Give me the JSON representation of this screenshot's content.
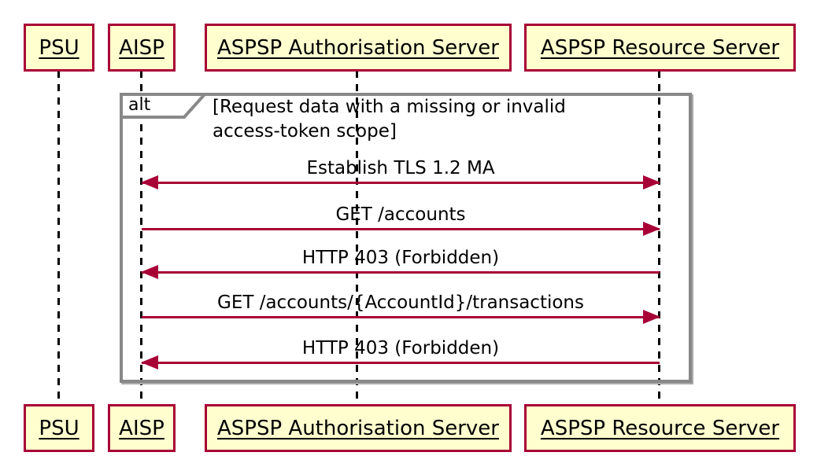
{
  "diagram": {
    "type": "uml-sequence",
    "participants": [
      {
        "name": "PSU"
      },
      {
        "name": "AISP"
      },
      {
        "name": "ASPSP Authorisation Server"
      },
      {
        "name": "ASPSP Resource Server"
      }
    ],
    "frame": {
      "operator": "alt",
      "guard_line1": "[Request data with a missing or invalid",
      "guard_line2": "access-token scope]"
    },
    "messages": [
      {
        "from": "AISP",
        "to": "ASPSP Resource Server",
        "arrow": "bidirectional",
        "label": "Establish TLS 1.2 MA"
      },
      {
        "from": "AISP",
        "to": "ASPSP Resource Server",
        "arrow": "right",
        "label": "GET /accounts"
      },
      {
        "from": "ASPSP Resource Server",
        "to": "AISP",
        "arrow": "left",
        "label": "HTTP 403 (Forbidden)"
      },
      {
        "from": "AISP",
        "to": "ASPSP Resource Server",
        "arrow": "right",
        "label": "GET /accounts/{AccountId}/transactions"
      },
      {
        "from": "ASPSP Resource Server",
        "to": "AISP",
        "arrow": "left",
        "label": "HTTP 403 (Forbidden)"
      }
    ],
    "colors": {
      "participant_fill": "#FEFECE",
      "participant_border": "#A80036",
      "arrow": "#A80036",
      "frame_border": "#888888",
      "lifeline": "#000000",
      "text": "#000000",
      "background": "#FFFFFF"
    }
  }
}
